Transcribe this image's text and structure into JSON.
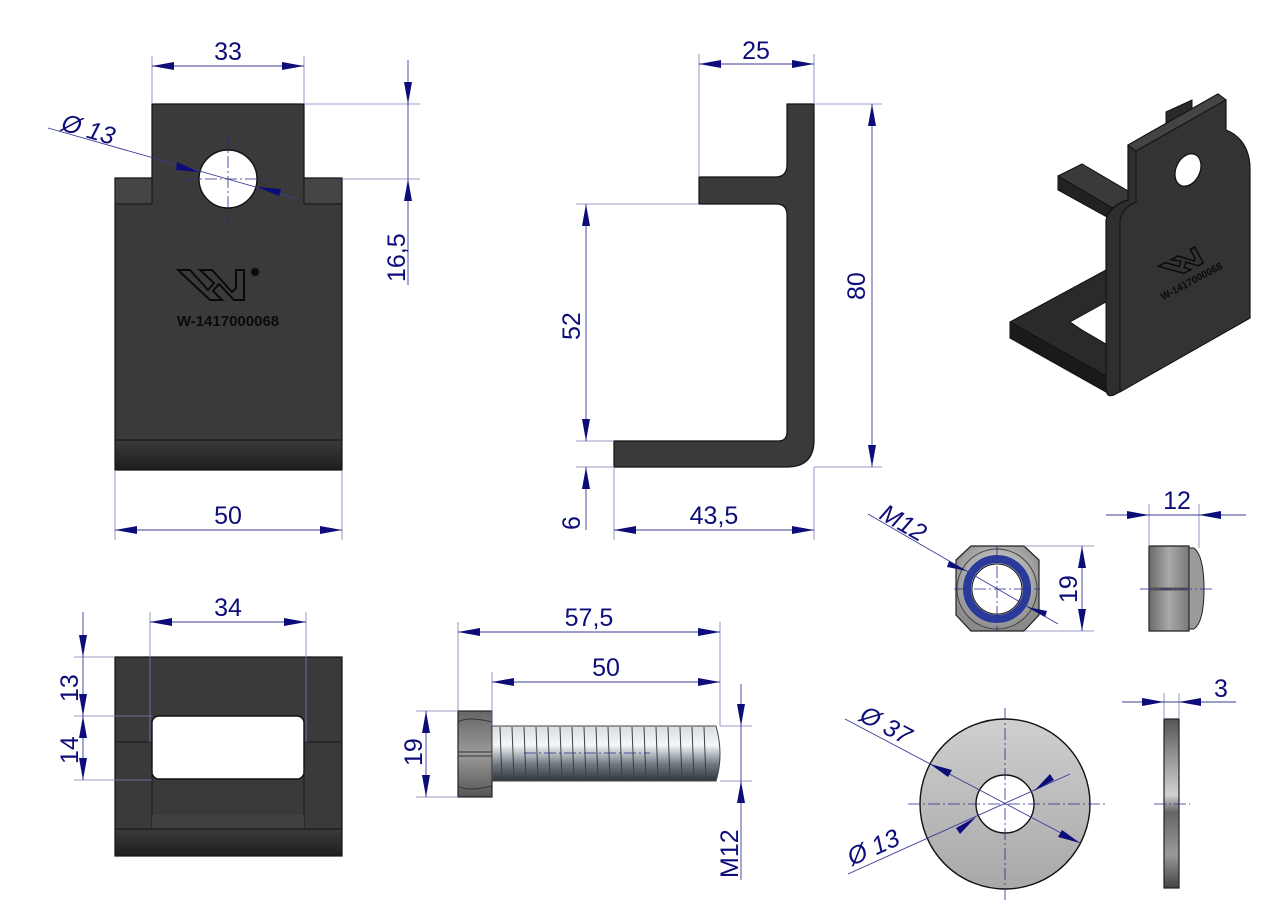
{
  "drawing": {
    "part_number": "W-1417000068",
    "logo": "W",
    "registered_mark": "®",
    "colors": {
      "dimension": "#0d0d7a",
      "part": "#3a3a3a",
      "steel": "#b9b9b9",
      "nylon_insert": "#2a3a9a"
    }
  },
  "views": {
    "front": {
      "title": "bracket-front-view",
      "dim_tab_width": "33",
      "dim_hole_diameter": "Ø 13",
      "dim_hole_height": "16,5",
      "dim_total_width": "50"
    },
    "side": {
      "title": "bracket-side-view",
      "dim_top_flange": "25",
      "dim_total_height": "80",
      "dim_inner_height": "52",
      "dim_thickness": "6",
      "dim_bottom_length": "43,5"
    },
    "bottom": {
      "title": "bracket-bottom-view",
      "dim_slot_width": "34",
      "dim_slot_offset": "13",
      "dim_slot_height": "14"
    },
    "isometric": {
      "title": "bracket-isometric-view"
    },
    "bolt": {
      "title": "bolt-view",
      "dim_total_length": "57,5",
      "dim_shank_length": "50",
      "dim_head_size": "19",
      "dim_thread": "M12"
    },
    "nut": {
      "title": "nut-view",
      "dim_thread": "M12",
      "dim_size": "19",
      "dim_height": "12"
    },
    "washer": {
      "title": "washer-view",
      "dim_outer": "Ø 37",
      "dim_inner": "Ø 13",
      "dim_thickness": "3"
    }
  }
}
